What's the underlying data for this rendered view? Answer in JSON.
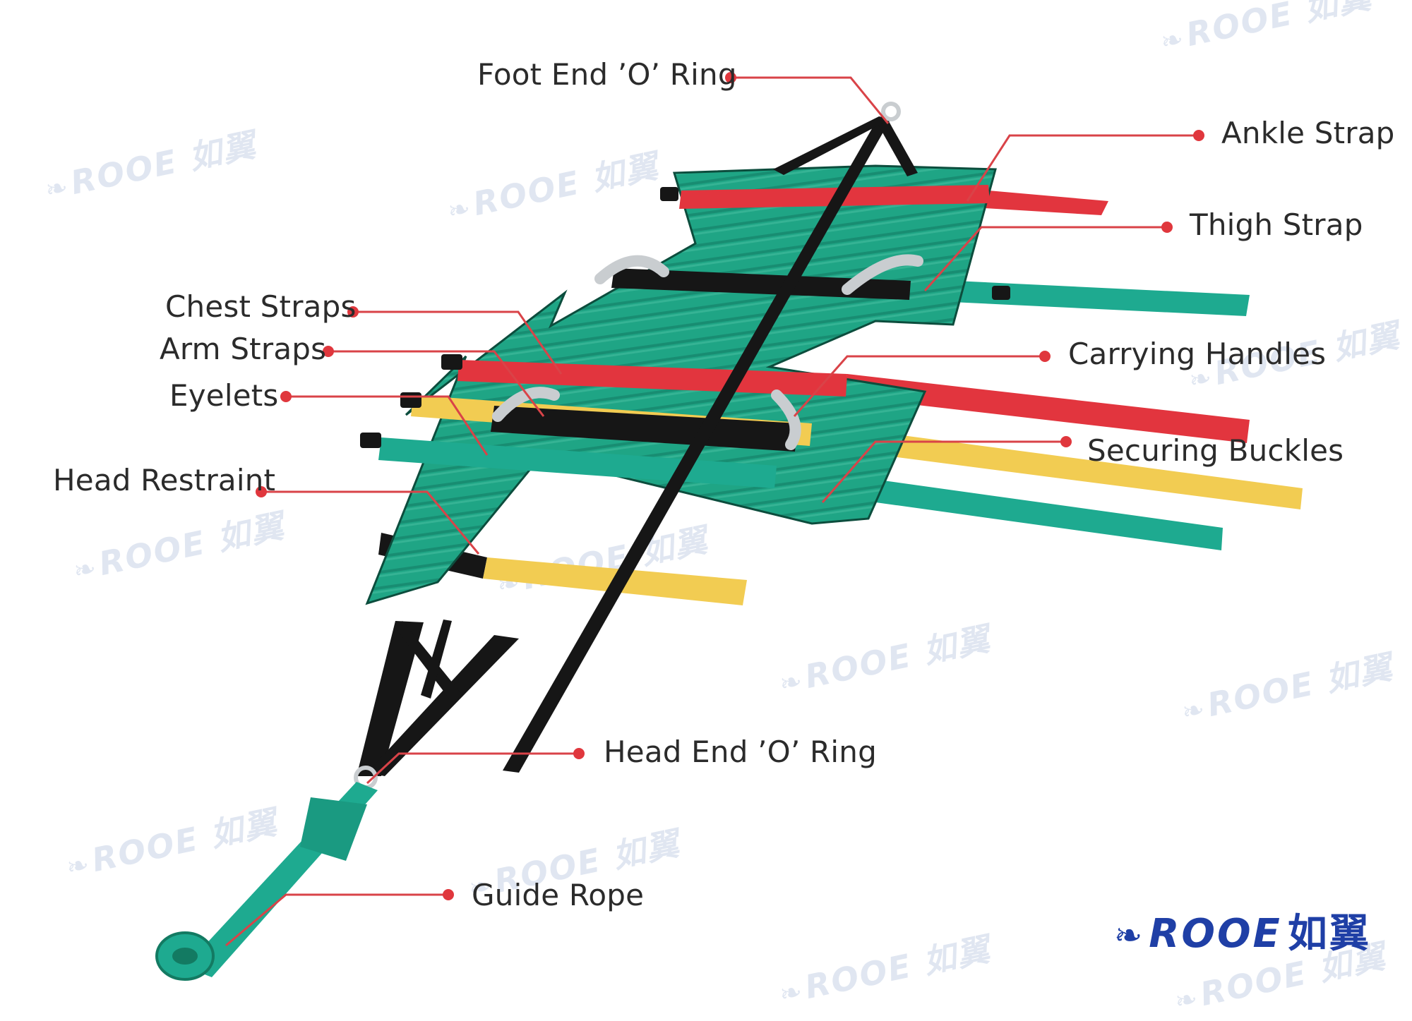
{
  "callouts": {
    "foot_end_o_ring": "Foot End ’O’ Ring",
    "ankle_strap": "Ankle Strap",
    "thigh_strap": "Thigh Strap",
    "chest_straps": "Chest Straps",
    "arm_straps": "Arm Straps",
    "eyelets": "Eyelets",
    "carrying_handles": "Carrying Handles",
    "securing_buckles": "Securing Buckles",
    "head_restraint": "Head Restraint",
    "head_end_o_ring": "Head End ’O’ Ring",
    "guide_rope": "Guide Rope"
  },
  "watermark": {
    "latin": "ROOE",
    "cjk": "如翼"
  },
  "brand": {
    "latin": "ROOE",
    "cjk": "如翼"
  },
  "colors": {
    "board_green": "#1fa585",
    "strap_red": "#e2353e",
    "strap_yellow": "#f2cc52",
    "strap_teal": "#1eaa90",
    "webbing_black": "#161616",
    "handle_grey": "#c9cdd0",
    "leader_red": "#d94348",
    "label_text": "#2b2b2b",
    "logo_blue": "#1f3fa6"
  }
}
